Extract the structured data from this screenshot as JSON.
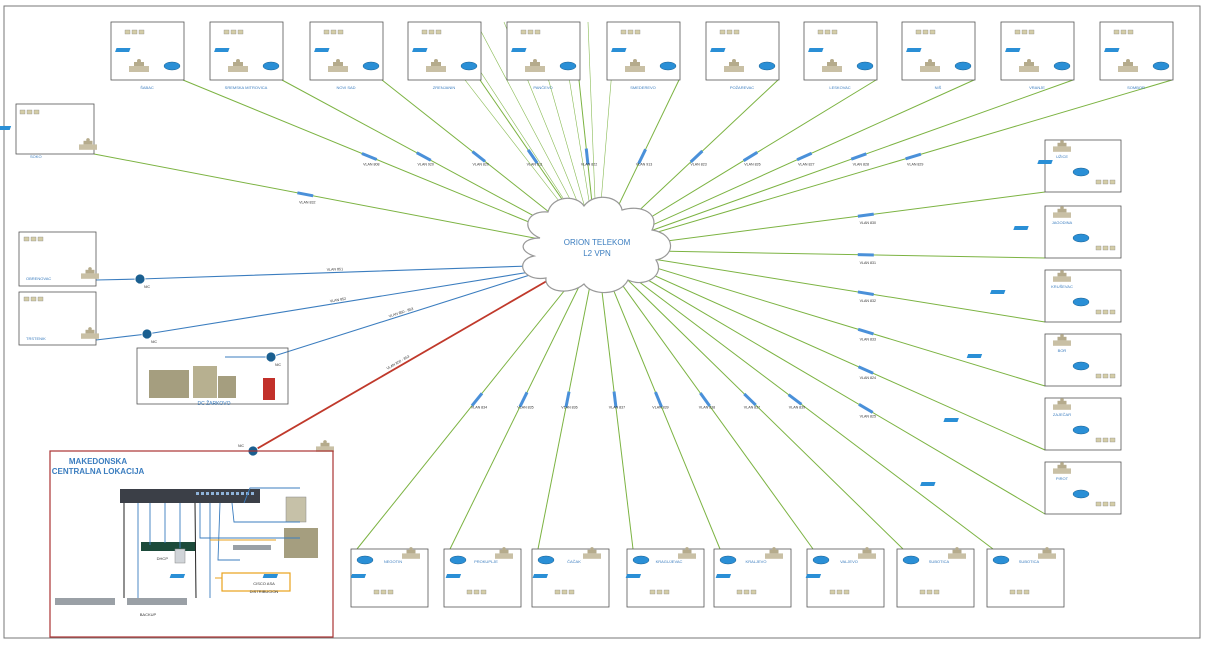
{
  "cloud": {
    "line1": "ORION TELEKOM",
    "line2": "L2 VPN"
  },
  "central": {
    "title_line1": "MAKEDONSKA",
    "title_line2": "CENTRALNA LOKACIJA"
  },
  "top_sites": [
    "ŠABAC",
    "SREMSKA MITROVICA",
    "NOVI SAD",
    "ZRENJANIN",
    "PANČEVO",
    "SMEDEREVO",
    "POŽAREVAC",
    "LESKOVAC",
    "NIŠ",
    "VRANJE",
    "SOMBOR"
  ],
  "right_sites": [
    "UŽICE",
    "JAGODINA",
    "KRUŠEVAC",
    "BOR",
    "ZAJEČAR",
    "PIROT"
  ],
  "bottom_sites": [
    "NEGOTIN",
    "PROKUPLJE",
    "ČAČAK",
    "KRAGUJEVAC",
    "KRALJEVO",
    "VALJEVO",
    "SUBOTICA",
    "SUBOTICA"
  ],
  "left_sites": [
    "SOKO",
    "OBRENOVAC",
    "TRSTENIK"
  ],
  "dc": {
    "label": "DC ŽARKOVO"
  },
  "top_vlans": [
    "VLAN 808",
    "VLAN 920",
    "VLAN 820",
    "VLAN 811",
    "VLAN 822",
    "VLAN 913",
    "VLAN 823",
    "VLAN 826",
    "VLAN 827",
    "VLAN 828",
    "VLAN 829"
  ],
  "left_vlan": "VLAN 832",
  "right_vlans": [
    "VLAN 830",
    "VLAN 831",
    "VLAN 832",
    "VLAN 833",
    "VLAN 824",
    "VLAN 825"
  ],
  "bottom_vlans": [
    "VLAN 834",
    "VLAN 835",
    "VLAN 836",
    "VLAN 837",
    "VLAN 839",
    "VLAN 838",
    "VLAN 837",
    "VLAN 839"
  ],
  "blue_link_labels": [
    "VLAN 851",
    "VLAN 852",
    "VLAN 850 - 853",
    "VLAN 850 - 853"
  ],
  "nic_label": "NIC",
  "device_labels": {
    "dhcp": "DHCP",
    "cisco": "CISCO ASA",
    "dist": "DISTRIBUCION",
    "backup": "BACKUP"
  },
  "colors": {
    "spoke": "#7cb342",
    "blue_link": "#3b7dbf",
    "red_link": "#c0392b",
    "vlan_tag": "#4a90d9",
    "frame": "#555555"
  }
}
